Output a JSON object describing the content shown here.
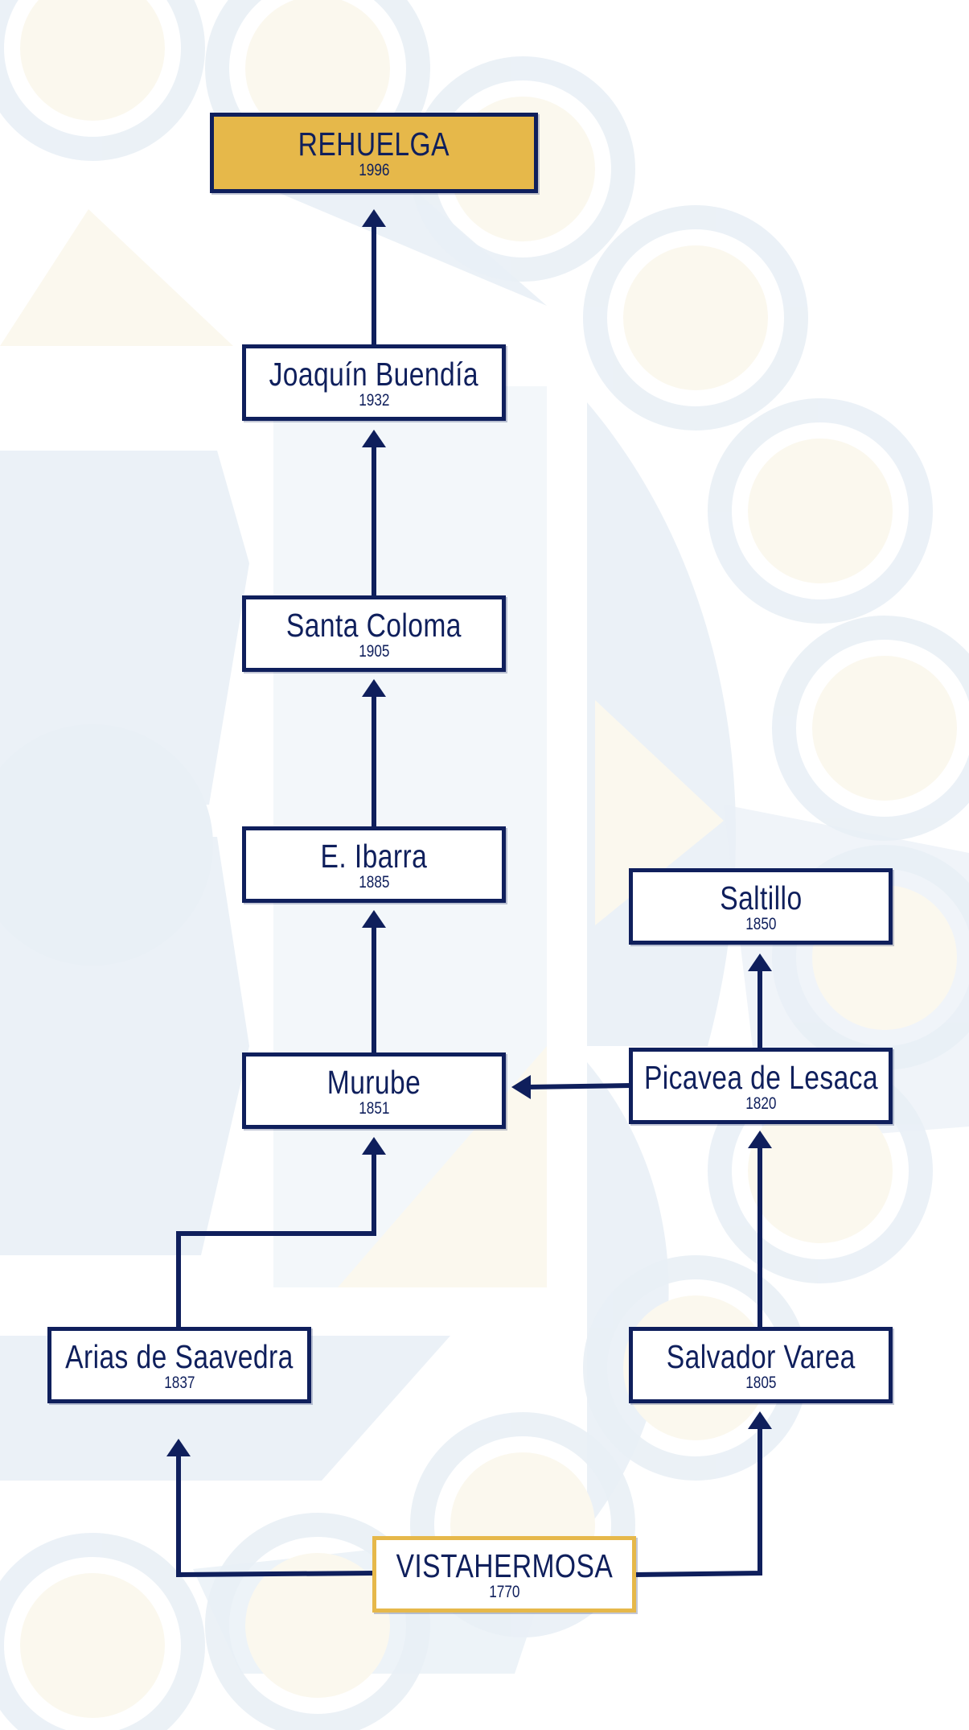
{
  "colors": {
    "navy": "#0f1f5c",
    "gold": "#e6b84a",
    "bg_blue": "#e9f0f6",
    "bg_cream": "#fbf8ee"
  },
  "nodes": {
    "rehuelga": {
      "name": "REHUELGA",
      "year": "1996"
    },
    "joaquin_buendia": {
      "name": "Joaquín Buendía",
      "year": "1932"
    },
    "santa_coloma": {
      "name": "Santa Coloma",
      "year": "1905"
    },
    "ibarra": {
      "name": "E. Ibarra",
      "year": "1885"
    },
    "saltillo": {
      "name": "Saltillo",
      "year": "1850"
    },
    "murube": {
      "name": "Murube",
      "year": "1851"
    },
    "picavea": {
      "name": "Picavea de Lesaca",
      "year": "1820"
    },
    "arias": {
      "name": "Arias de Saavedra",
      "year": "1837"
    },
    "salvador_varea": {
      "name": "Salvador Varea",
      "year": "1805"
    },
    "vistahermosa": {
      "name": "VISTAHERMOSA",
      "year": "1770"
    }
  }
}
